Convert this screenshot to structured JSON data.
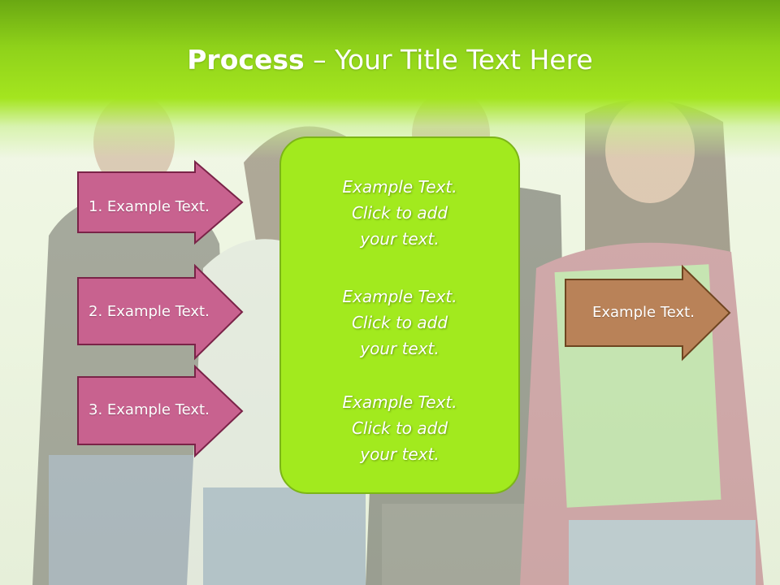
{
  "slide": {
    "title_bold": "Process",
    "title_rest": " – Your Title Text Here",
    "center_texts": [
      "Example Text.\nClick  to add\nyour text.",
      "Example Text.\nClick  to add\nyour text.",
      "Example Text.\nClick  to add\nyour text."
    ],
    "left_arrows": [
      "1. Example Text.",
      "2. Example Text.",
      "3. Example Text."
    ],
    "right_arrow": "Example Text."
  },
  "colors": {
    "header_green": "#a4e51f",
    "center_box": "#a2ea1e",
    "left_arrow_fill": "#c8628f",
    "left_arrow_border": "#7a2348",
    "right_arrow_fill": "#b98258",
    "right_arrow_border": "#6e4520"
  }
}
